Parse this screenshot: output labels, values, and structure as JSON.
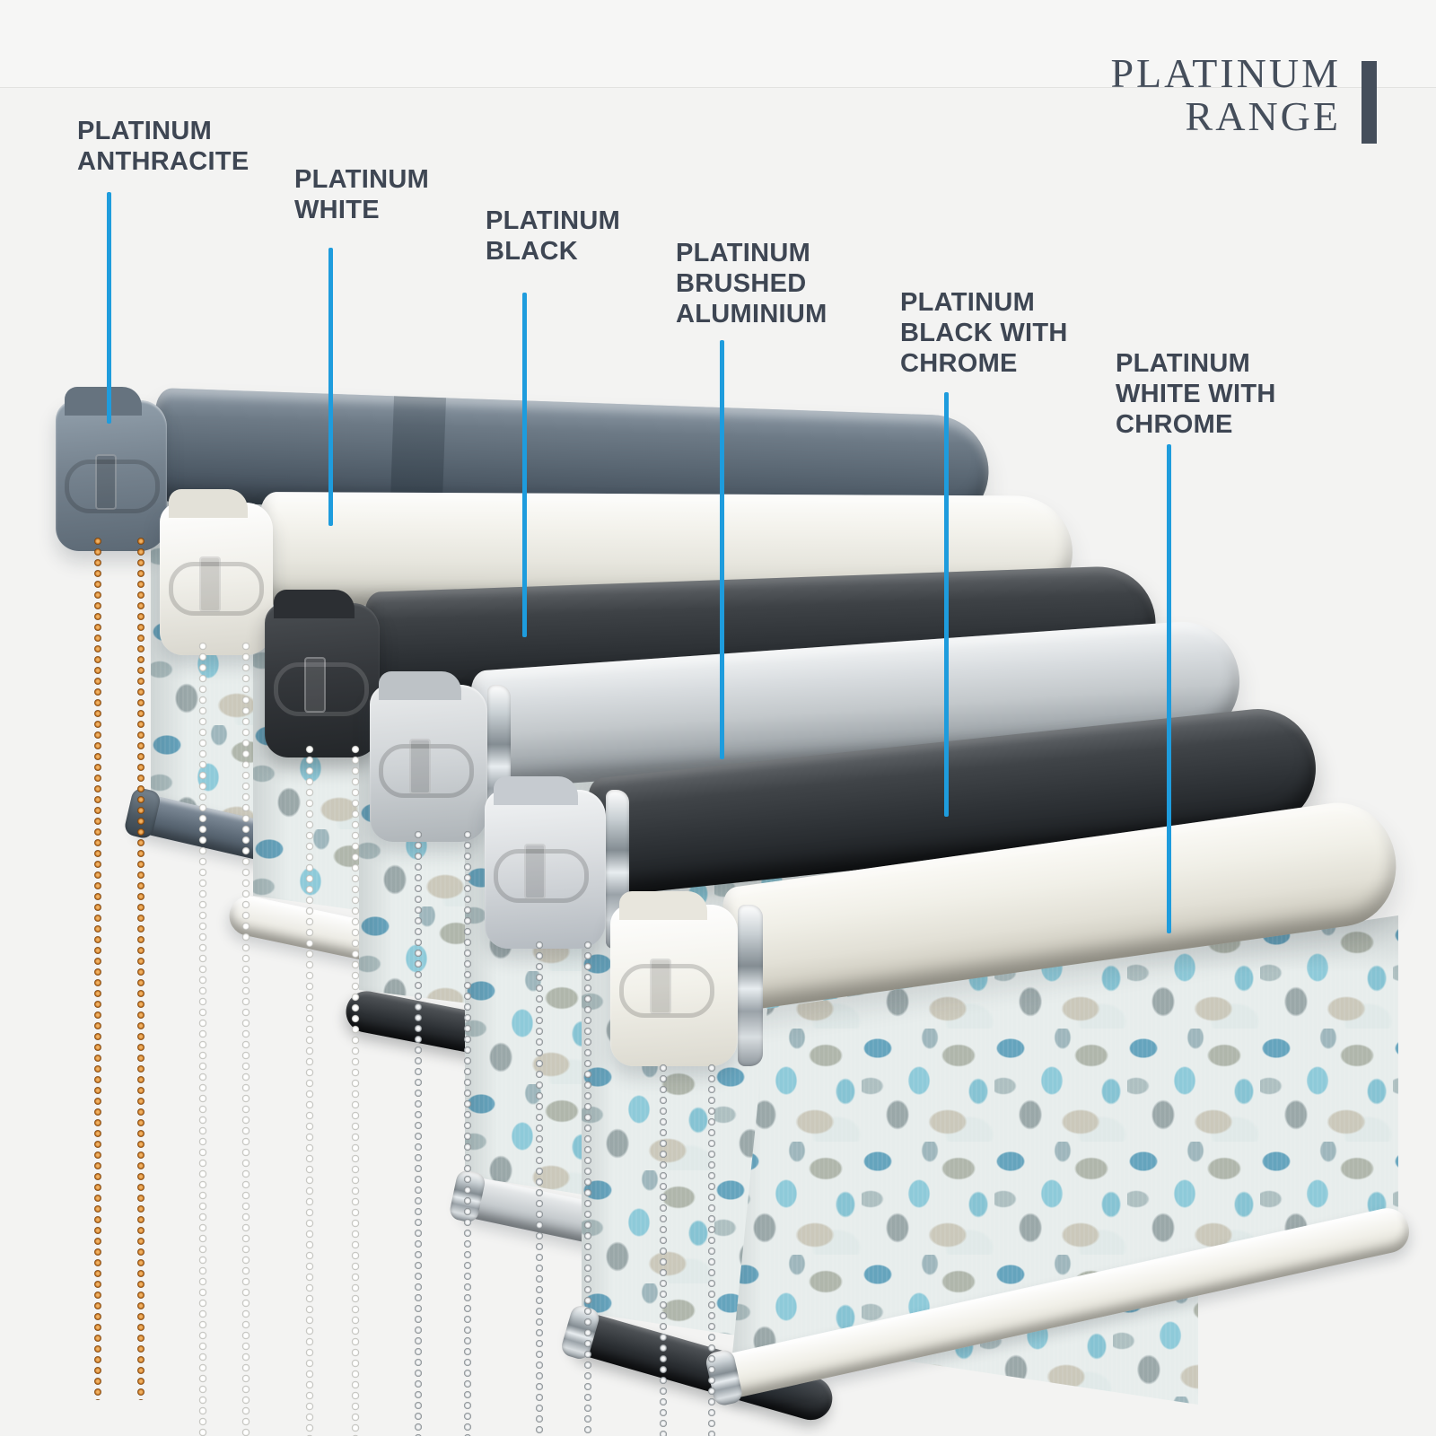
{
  "brand": {
    "line1": "PLATINUM",
    "line2": "RANGE"
  },
  "palette": {
    "background": "#f3f3f2",
    "accent_blue": "#1e9cdd",
    "text": "#3e4653",
    "logo": "#454e5b",
    "chrome": "#c9d0d4"
  },
  "products": [
    {
      "name": "PLATINUM ANTHRACITE",
      "cassette_color": "#5a6773",
      "chain_color": "copper",
      "chrome_trim": false
    },
    {
      "name": "PLATINUM WHITE",
      "cassette_color": "#f3f2ec",
      "chain_color": "white",
      "chrome_trim": false
    },
    {
      "name": "PLATINUM BLACK",
      "cassette_color": "#2d3135",
      "chain_color": "white",
      "chrome_trim": false
    },
    {
      "name": "PLATINUM BRUSHED ALUMINIUM",
      "cassette_color": "#c3c8cb",
      "chain_color": "silver",
      "chrome_trim": true
    },
    {
      "name": "PLATINUM BLACK WITH CHROME",
      "cassette_color": "#2e3236",
      "chain_color": "silver",
      "chrome_trim": true
    },
    {
      "name": "PLATINUM WHITE WITH CHROME",
      "cassette_color": "#e2e0d6",
      "chain_color": "silver",
      "chrome_trim": true
    }
  ],
  "fabric_palette": [
    "#e7edec",
    "#7fc4d6",
    "#4f97b5",
    "#a9b0a4",
    "#c9c6b8",
    "#5b6e72"
  ]
}
